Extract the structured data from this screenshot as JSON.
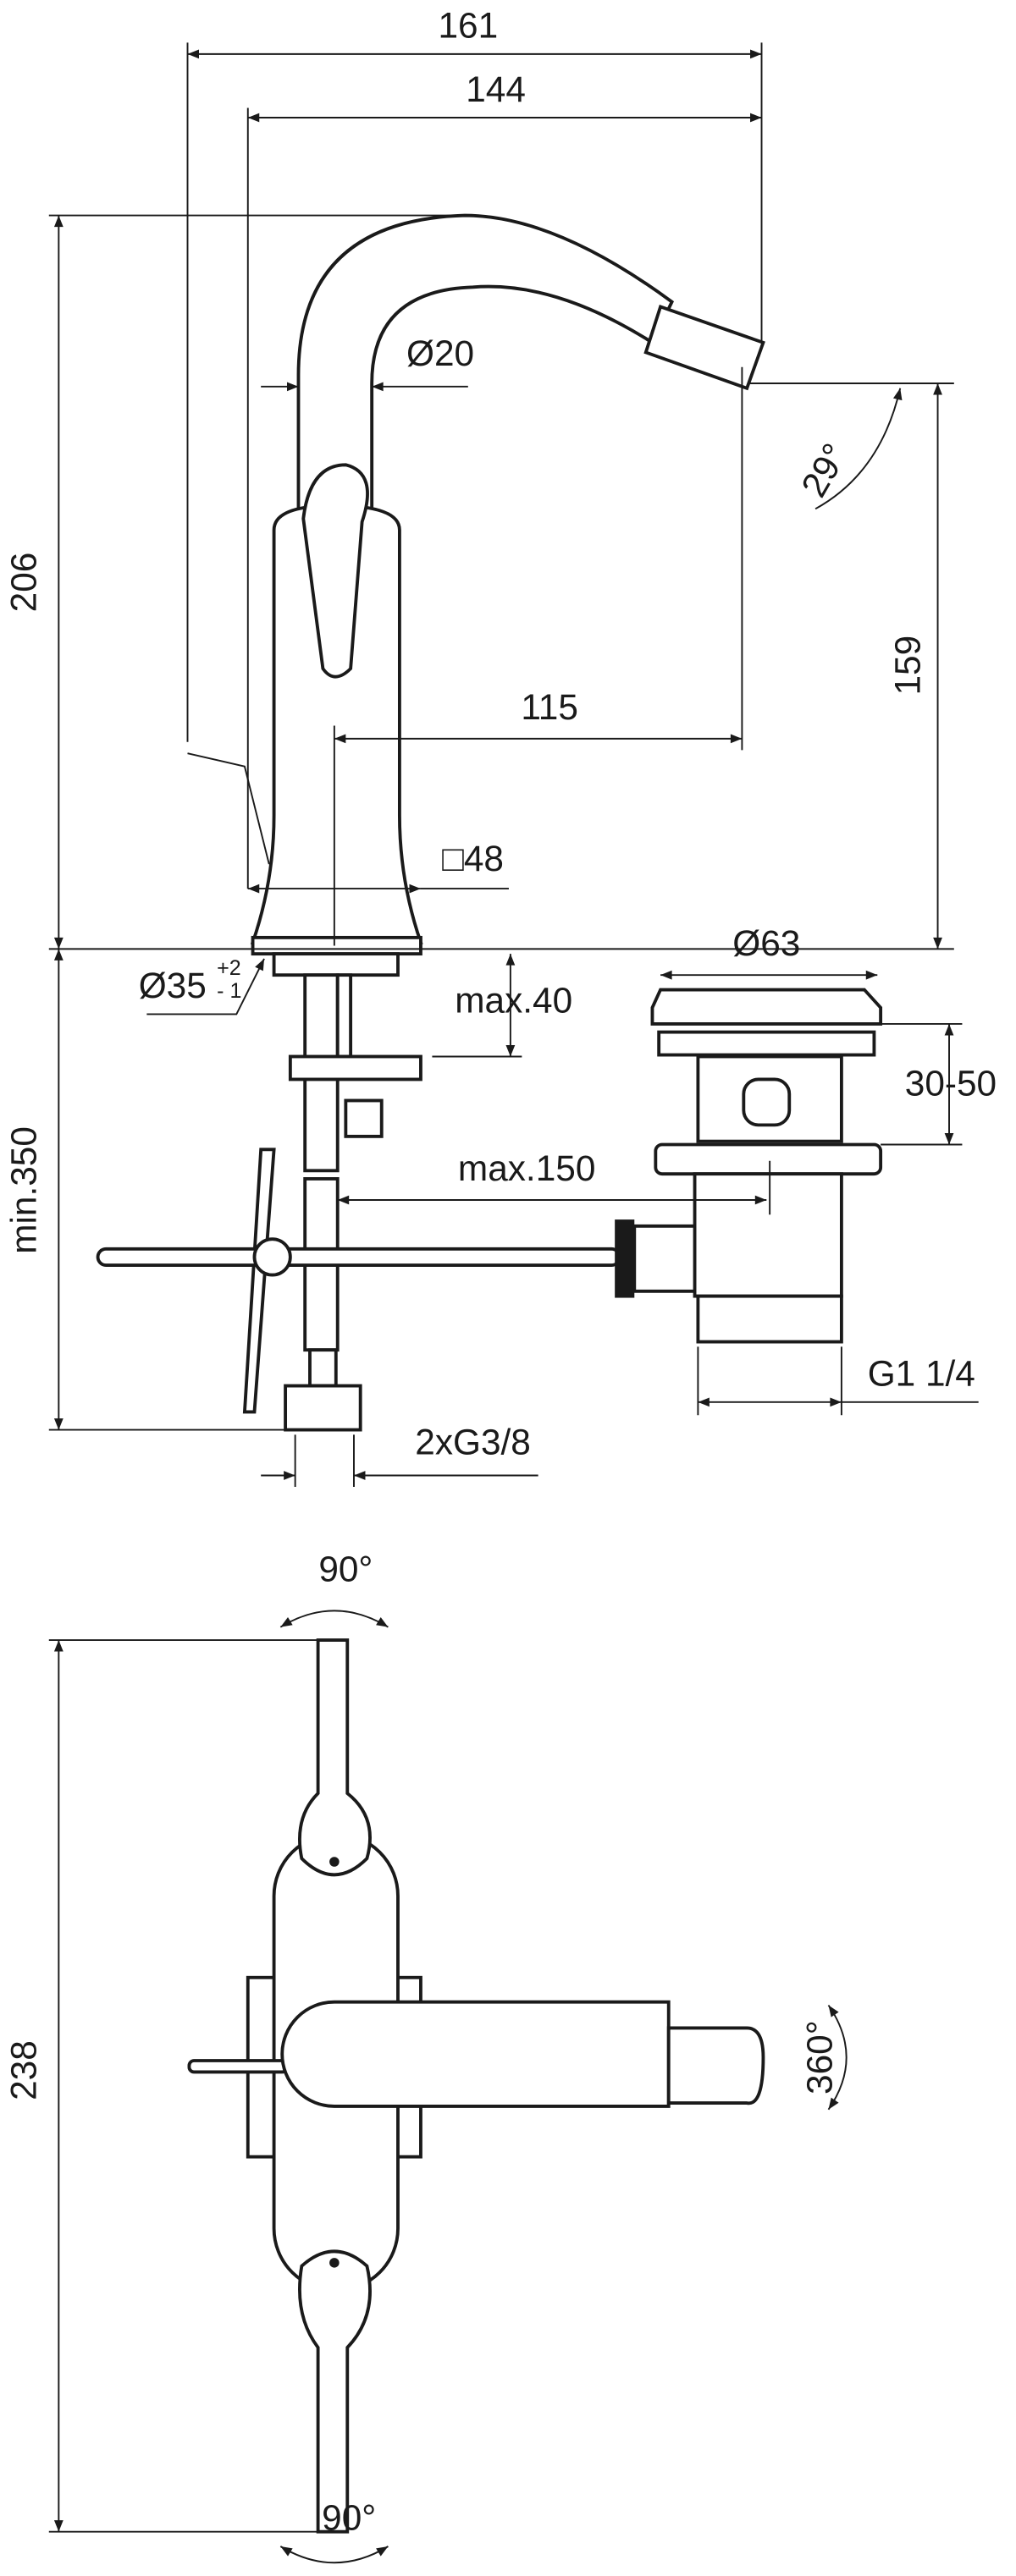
{
  "drawing": {
    "side_view": {
      "overall_width": "161",
      "spout_reach_total": "144",
      "pipe_diameter": "Ø20",
      "spray_angle": "29°",
      "total_height": "206",
      "outlet_height": "159",
      "spout_reach": "115",
      "body_size": "□48",
      "hole_diameter": "Ø35",
      "hole_tol_plus": "+2",
      "hole_tol_minus": "- 1",
      "deck_thickness": "max.40",
      "waste_diameter": "Ø63",
      "waste_range": "30-50",
      "connection_length": "min.350",
      "rod_length": "max.150",
      "waste_thread": "G1 1/4",
      "supply_thread": "2xG3/8"
    },
    "plan_view": {
      "handle_rotation_top": "90°",
      "depth": "238",
      "spout_rotation": "360°",
      "handle_rotation_bottom": "90°"
    }
  }
}
